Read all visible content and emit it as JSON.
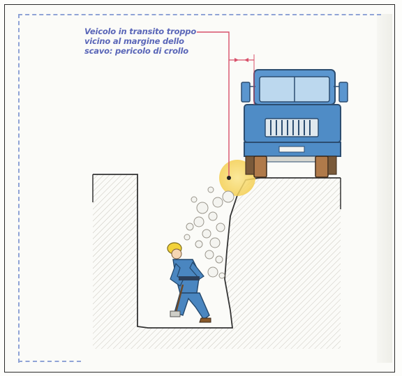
{
  "caption": {
    "text": "Veicolo in transito troppo\nvicino al margine dello\nscavo: pericolo di crollo"
  },
  "colors": {
    "caption_text": "#5a66b8",
    "leader_line": "#d8506a",
    "truck_body": "#4f8cc6",
    "worker_suit": "#4a86c0",
    "helmet": "#f2d23a",
    "highlight_circle": "#f6d55a",
    "frame_dash": "#8fa3d6"
  },
  "icons": {
    "truck": "truck-illustration",
    "worker": "worker-with-helmet",
    "danger": "collapse-point-highlight"
  }
}
